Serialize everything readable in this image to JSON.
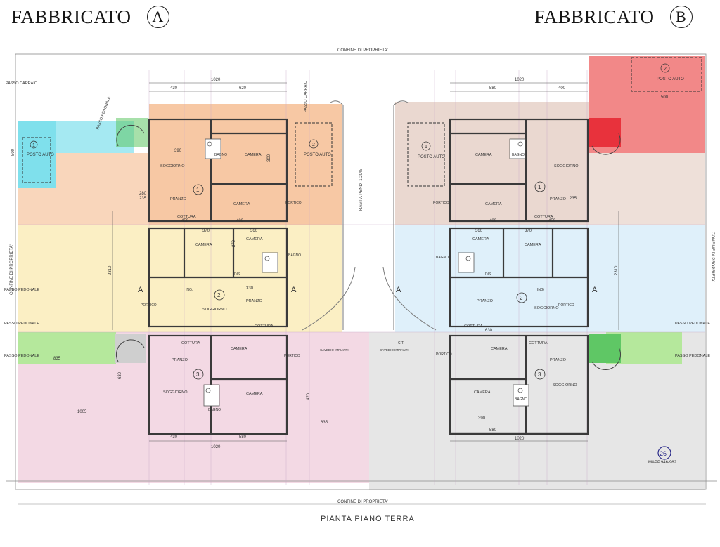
{
  "titles": {
    "a_label": "FABBRICATO",
    "a_letter": "A",
    "b_label": "FABBRICATO",
    "b_letter": "B"
  },
  "boundary": {
    "top": "CONFINE DI PROPRIETA'",
    "bottom": "CONFINE DI PROPRIETA'",
    "left": "CONFINE DI PROPRIETA'",
    "right": "CONFINE DI PROPRIETA'"
  },
  "ramp": "RAMPA PEND. 1 20%",
  "plan_title": "PIANTA PIANO TERRA",
  "sheet_number": "26",
  "sheet_ref": "MAPP.946-962",
  "passages": {
    "passo_carraio": "PASSO CARRAIO",
    "passo_pedonale": "PASSO PEDONALE"
  },
  "parking": {
    "posto_auto": "POSTO AUTO",
    "one": "1",
    "two": "2"
  },
  "rooms": {
    "camera": "CAMERA",
    "soggiorno": "SOGGIORNO",
    "pranzo": "PRANZO",
    "cottura": "COTTURA",
    "portico": "PORTICO",
    "bagno": "BAGNO",
    "dis": "DIS.",
    "ing": "ING.",
    "c_t": "C.T.",
    "cavedio": "CAVEDIO IMPIANTI"
  },
  "units": {
    "u1": "1",
    "u2": "2",
    "u3": "3"
  },
  "section_mark": "A",
  "dims": {
    "d1020": "1020",
    "d620": "620",
    "d430": "430",
    "d580": "580",
    "d400": "400",
    "d450": "450",
    "d370": "370",
    "d360": "360",
    "d390": "390",
    "d2310": "2310",
    "d1005": "1005",
    "d835": "835",
    "d630": "630",
    "d635": "635",
    "d500": "500",
    "d300": "300",
    "d470": "470",
    "d235": "235",
    "d280": "280",
    "d270": "270",
    "d330": "330"
  },
  "colors": {
    "orange": "#f7c8a4",
    "yellow": "#fbefc4",
    "pink": "#f3d9e4",
    "tan": "#ead8d0",
    "blue": "#dff0fa",
    "grey": "#e6e6e6",
    "cyan": "#7fe0ec",
    "green": "#b5e89c",
    "red": "#f28888",
    "dark_green": "#5fc765",
    "dark_red": "#e8323c"
  }
}
